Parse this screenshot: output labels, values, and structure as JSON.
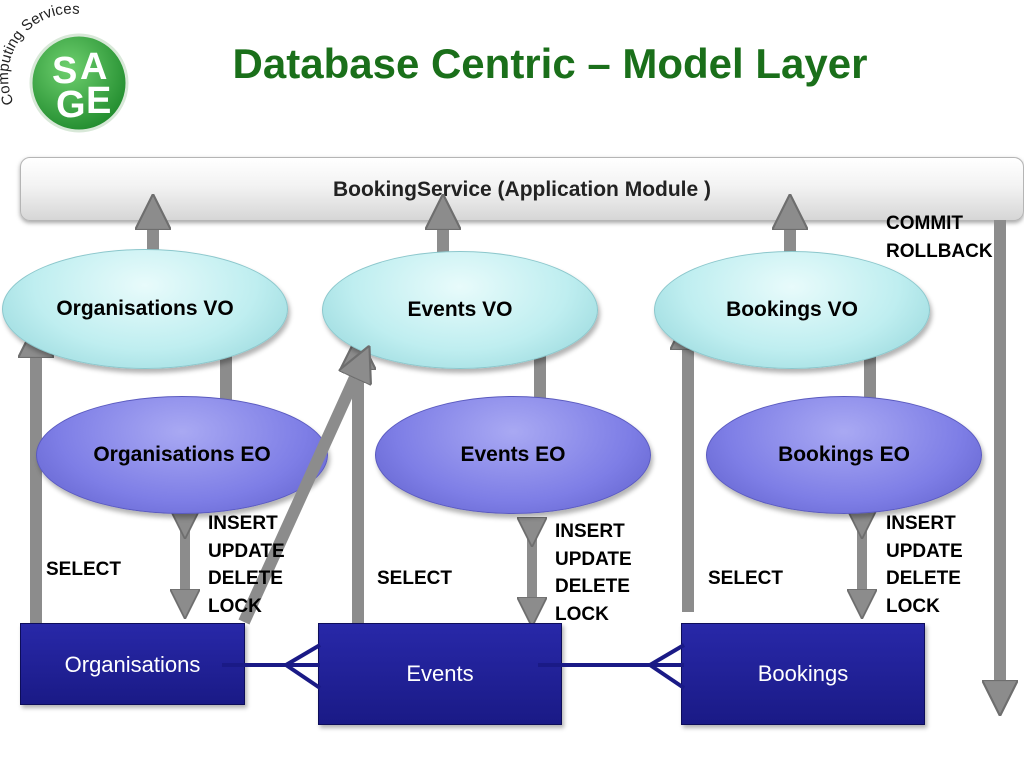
{
  "logo": {
    "ring_text": "Computing Services",
    "letters": [
      "S",
      "A",
      "G",
      "E"
    ],
    "color": "#2e9b3a"
  },
  "title": "Database Centric – Model Layer",
  "banner": {
    "pre": "BookingService (",
    "strong": "Application Module",
    "post": " )"
  },
  "commit_label": "COMMIT\nROLLBACK",
  "view_objects": [
    {
      "label": "Organisations VO"
    },
    {
      "label": "Events VO"
    },
    {
      "label": "Bookings VO"
    }
  ],
  "entity_objects": [
    {
      "label": "Organisations EO"
    },
    {
      "label": "Events EO"
    },
    {
      "label": "Bookings EO"
    }
  ],
  "tables": [
    {
      "label": "Organisations"
    },
    {
      "label": "Events"
    },
    {
      "label": "Bookings"
    }
  ],
  "select_label": "SELECT",
  "dml_label": "INSERT\nUPDATE\nDELETE\nLOCK",
  "colors": {
    "title": "#1a6f1a",
    "arrow_fill": "#8c8c8c",
    "vo_fill": "#bfeef0",
    "eo_fill": "#7e7ee6",
    "table_fill": "#2828a8",
    "connector": "#1a1a86"
  }
}
